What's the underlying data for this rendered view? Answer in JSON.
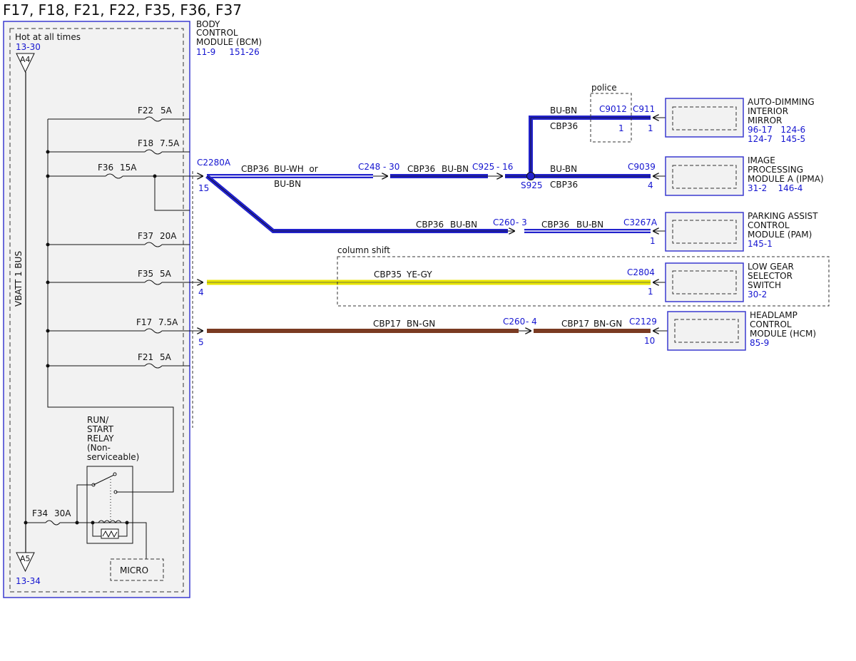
{
  "title": "F17, F18, F21, F22, F35, F36, F37",
  "bcm": {
    "name_lines": [
      "BODY",
      "CONTROL",
      "MODULE (BCM)"
    ],
    "refs": "11-9     151-26",
    "hot_label": "Hot at all times",
    "top_ref": "13-30",
    "top_pin": "A4",
    "bus_label": "VBATT 1 BUS",
    "bottom_pin": "A5",
    "bottom_ref": "13-34",
    "relay_lines": [
      "RUN/",
      "START",
      "RELAY",
      "(Non-",
      "serviceable)"
    ],
    "micro": "MICRO",
    "connector": "C2280A"
  },
  "fuses": [
    {
      "id": "f22",
      "name": "F22",
      "rating": "5A"
    },
    {
      "id": "f18",
      "name": "F18",
      "rating": "7.5A"
    },
    {
      "id": "f36",
      "name": "F36",
      "rating": "15A"
    },
    {
      "id": "f37",
      "name": "F37",
      "rating": "20A"
    },
    {
      "id": "f35",
      "name": "F35",
      "rating": "5A"
    },
    {
      "id": "f17",
      "name": "F17",
      "rating": "7.5A"
    },
    {
      "id": "f21",
      "name": "F21",
      "rating": "5A"
    },
    {
      "id": "f34",
      "name": "F34",
      "rating": "30A"
    }
  ],
  "pins": {
    "c2280a_f36": "15",
    "c2280a_f35": "4",
    "c2280a_f17": "5"
  },
  "wires": {
    "main_circuit": "CBP36",
    "main_color_a": "BU-WH  or",
    "main_color_b": "BU-BN",
    "seg2_circuit": "CBP36",
    "seg2_color": "BU-BN",
    "mirror_color": "BU-BN",
    "mirror_circuit": "CBP36",
    "ipma_color": "BU-BN",
    "ipma_circuit": "CBP36",
    "pam_circuit1": "CBP36",
    "pam_color1": "BU-BN",
    "pam_circuit2": "CBP36",
    "pam_color2": "BU-BN",
    "lgs_circuit": "CBP35",
    "lgs_color": "YE-GY",
    "hcm_circuit1": "CBP17",
    "hcm_color1": "BN-GN",
    "hcm_circuit2": "CBP17",
    "hcm_color2": "BN-GN"
  },
  "connectors": {
    "c248": "C248",
    "c248_pin": "- 30",
    "c925": "C925",
    "c925_pin": "- 16",
    "s925": "S925",
    "police": "police",
    "c9012": "C9012",
    "c9012_pin": "1",
    "c911": "C911",
    "c911_pin": "1",
    "c9039": "C9039",
    "c9039_pin": "4",
    "c260a": "C260",
    "c260a_pin": "- 3",
    "c3267a": "C3267A",
    "c3267a_pin": "1",
    "column_shift": "column shift",
    "c2804": "C2804",
    "c2804_pin": "1",
    "c260b": "C260",
    "c260b_pin": "- 4",
    "c2129": "C2129",
    "c2129_pin": "10"
  },
  "modules": [
    {
      "id": "mirror",
      "lines": [
        "AUTO-DIMMING",
        "INTERIOR",
        "MIRROR"
      ],
      "refs": [
        "96-17   124-6",
        "124-7   145-5"
      ]
    },
    {
      "id": "ipma",
      "lines": [
        "IMAGE",
        "PROCESSING",
        "MODULE A (IPMA)"
      ],
      "refs": [
        "31-2    146-4"
      ]
    },
    {
      "id": "pam",
      "lines": [
        "PARKING ASSIST",
        "CONTROL",
        "MODULE (PAM)"
      ],
      "refs": [
        "145-1"
      ]
    },
    {
      "id": "lgs",
      "lines": [
        "LOW GEAR",
        "SELECTOR",
        "SWITCH"
      ],
      "refs": [
        "30-2"
      ]
    },
    {
      "id": "hcm",
      "lines": [
        "HEADLAMP",
        "CONTROL",
        "MODULE (HCM)"
      ],
      "refs": [
        "85-9"
      ]
    }
  ],
  "colors": {
    "blue": "#2222cc",
    "yellow": "#e8e600",
    "brown": "#7a3b22",
    "ref_text": "#1515d0"
  }
}
